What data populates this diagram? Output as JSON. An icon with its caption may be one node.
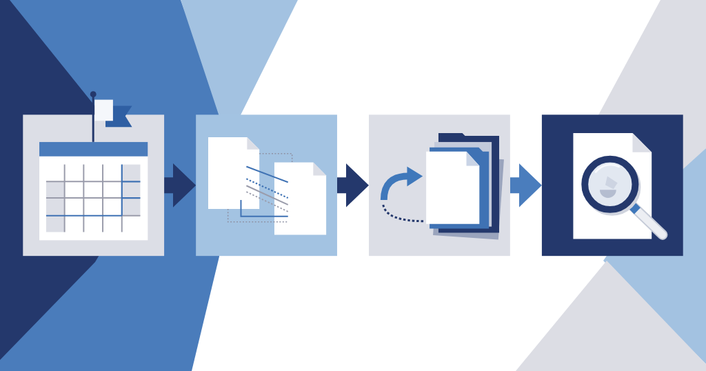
{
  "diagram": {
    "nodes": [
      {
        "text": [],
        "shape": "picture"
      },
      {
        "text": [],
        "shape": "picture"
      },
      {
        "text": [],
        "shape": "picture"
      },
      {
        "text": [],
        "shape": "picture"
      }
    ],
    "edges": [
      {
        "from": 0,
        "to": 1,
        "arrow": "to"
      },
      {
        "from": 1,
        "to": 2,
        "arrow": "to"
      },
      {
        "from": 2,
        "to": 3,
        "arrow": "to",
        "color": "#4a7dbd"
      }
    ]
  }
}
